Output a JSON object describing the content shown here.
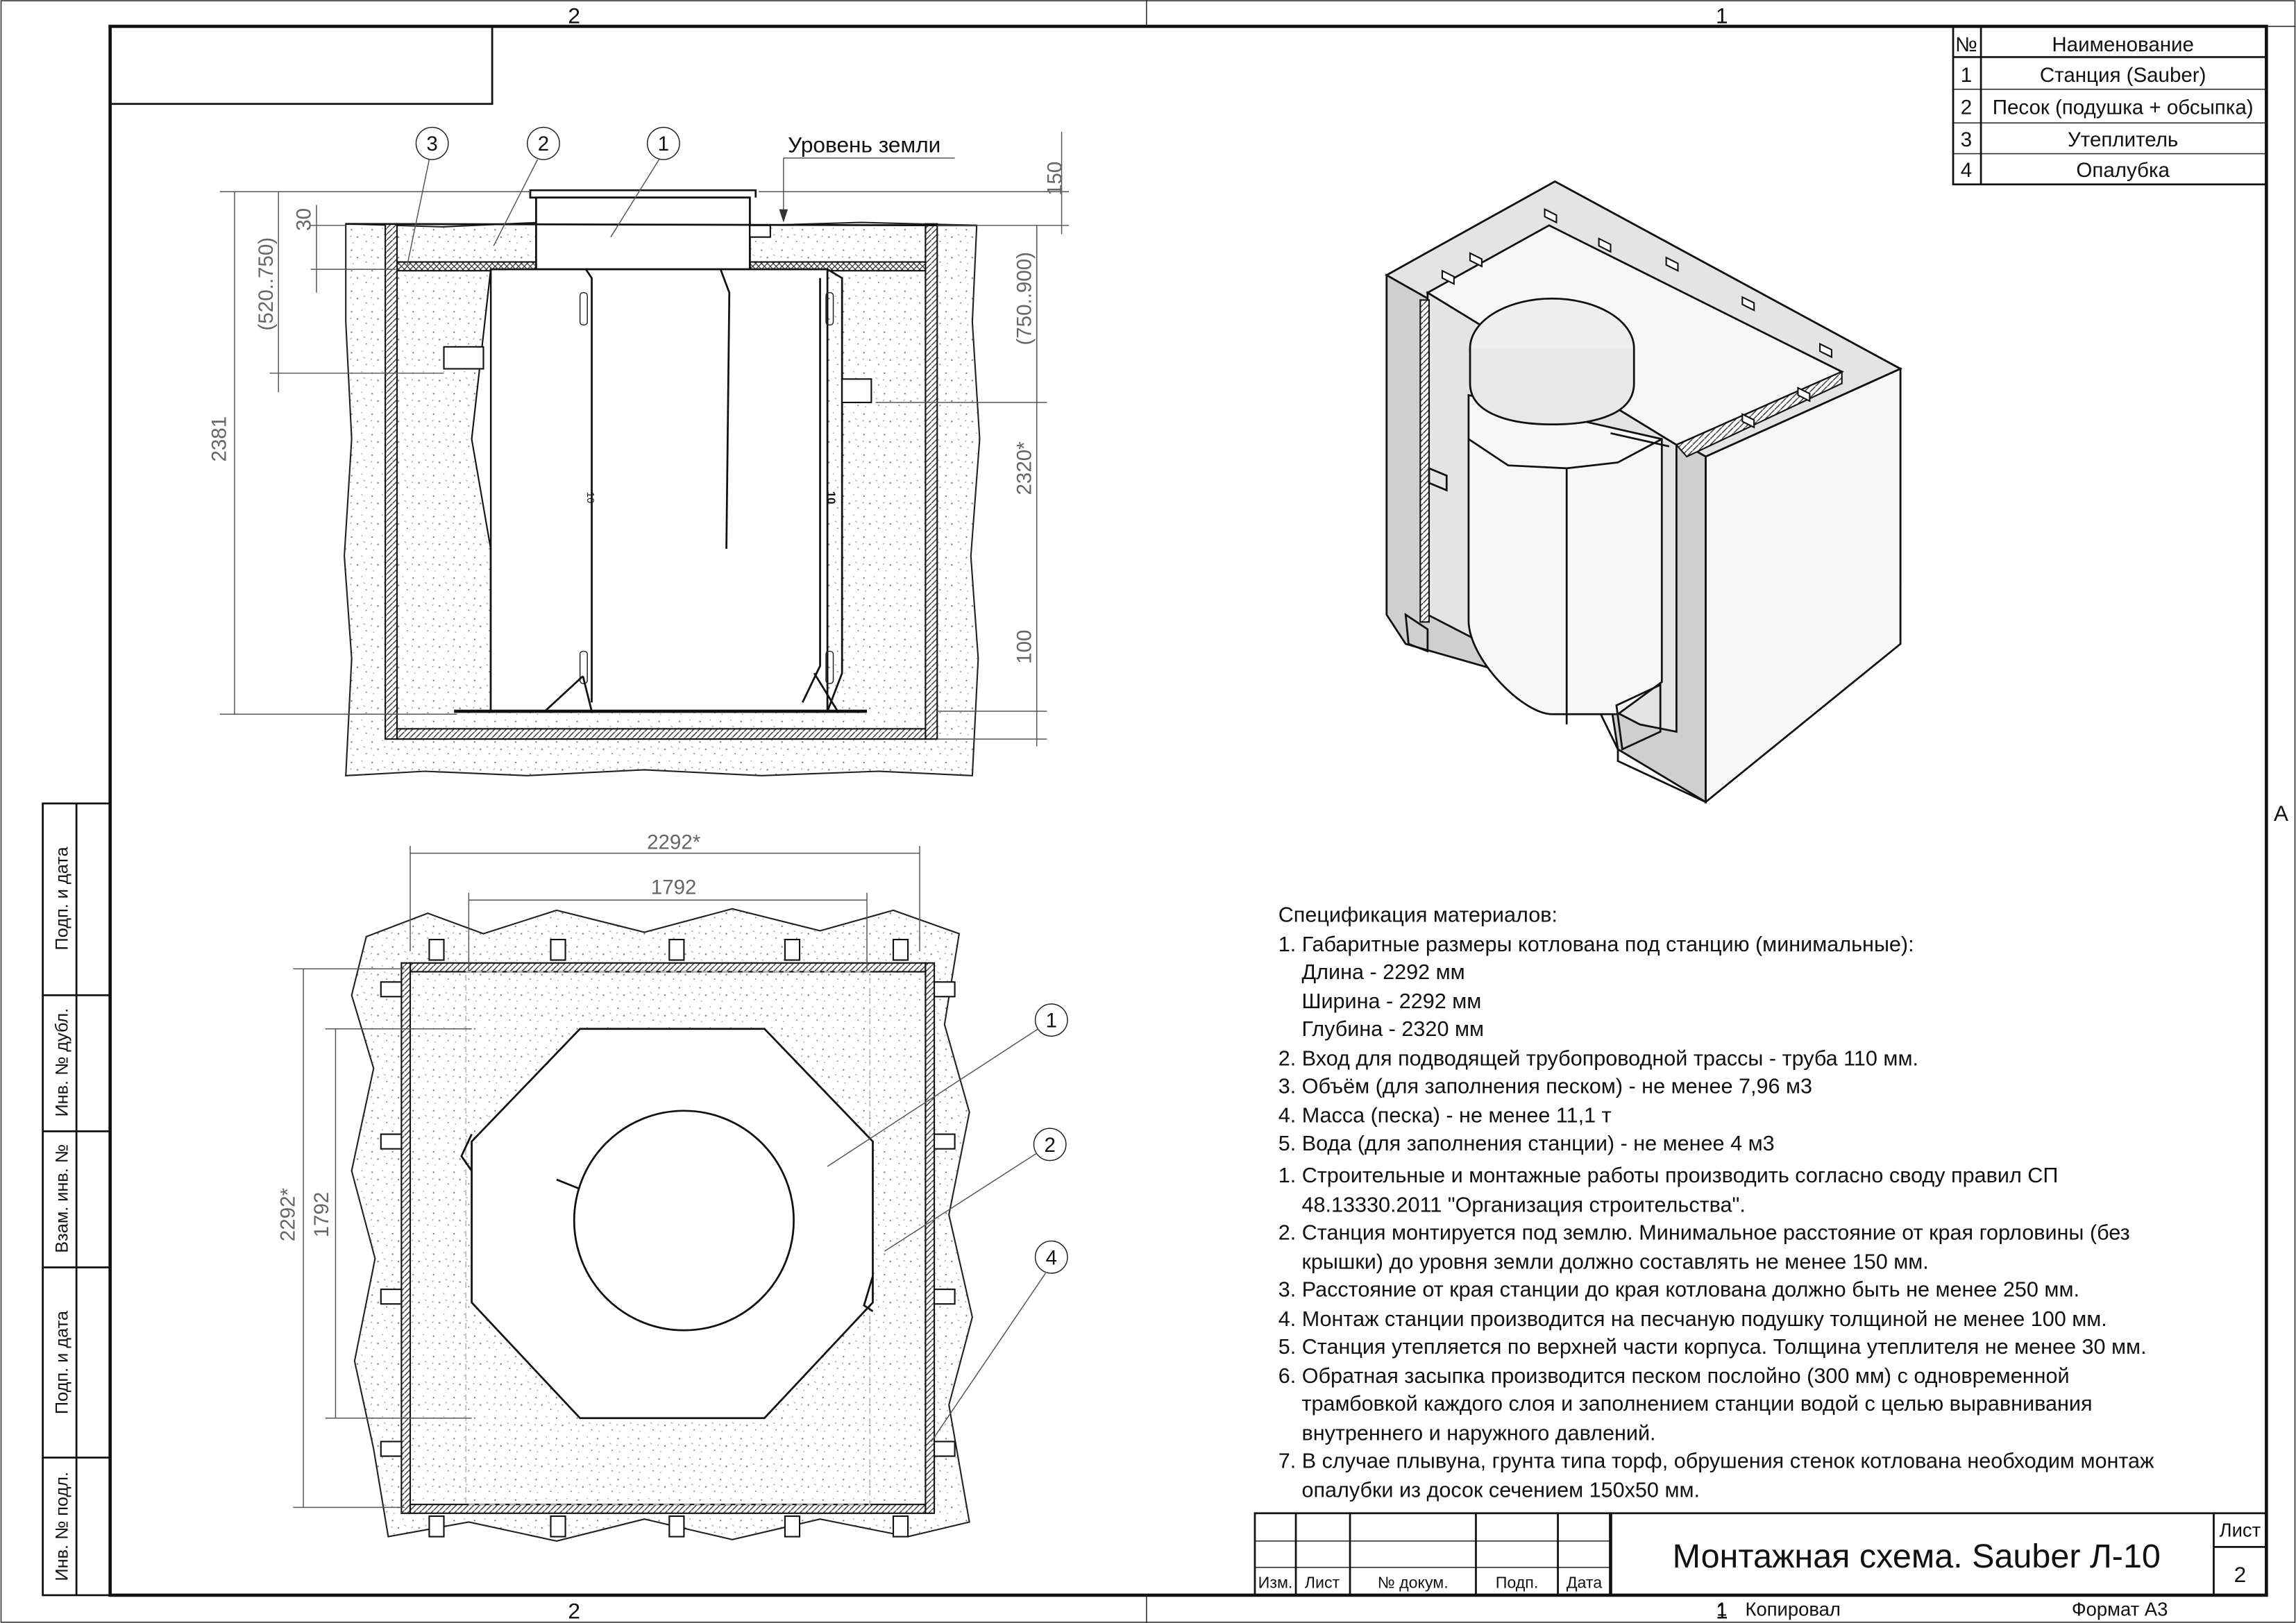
{
  "zones": {
    "top_left": "2",
    "top_right": "1",
    "bottom_left": "2",
    "bottom_right": "1",
    "right_side": "A"
  },
  "parts_table": {
    "headers": [
      "№",
      "Наименование"
    ],
    "rows": [
      {
        "num": "1",
        "name": "Станция (Sauber)"
      },
      {
        "num": "2",
        "name": "Песок (подушка + обсыпка)"
      },
      {
        "num": "3",
        "name": "Утеплитель"
      },
      {
        "num": "4",
        "name": "Опалубка"
      }
    ]
  },
  "section_view": {
    "ground_level": "Уровень земли",
    "callouts": [
      "3",
      "2",
      "1"
    ],
    "station_marks": [
      "10",
      "10"
    ],
    "dimensions": {
      "left_150": "150",
      "left_30": "30",
      "left_range": "(520..750)",
      "left_total": "2381",
      "right_range": "(750..900)",
      "right_total": "2320*",
      "right_100": "100"
    }
  },
  "plan_view": {
    "callouts": [
      "1",
      "2",
      "4"
    ],
    "dimensions": {
      "outer_h": "2292*",
      "inner_h": "1792",
      "outer_v": "2292*",
      "inner_v": "1792"
    }
  },
  "specification": {
    "title": "Спецификация материалов:",
    "materials": [
      "1. Габаритные размеры котлована под станцию (минимальные):",
      "Длина - 2292 мм",
      "Ширина - 2292 мм",
      "Глубина - 2320 мм",
      "2. Вход для подводящей трубопроводной трассы - труба 110 мм.",
      "3. Объём (для заполнения песком) - не менее 7,96 м3",
      "4. Масса (песка) - не менее 11,1 т",
      "5. Вода (для заполнения станции) - не менее 4 м3"
    ],
    "notes": [
      "1. Строительные и монтажные работы производить согласно своду правил СП",
      "48.13330.2011 \"Организация строительства\".",
      "2. Станция монтируется под землю. Минимальное расстояние от края горловины (без",
      "крышки) до уровня земли должно составлять не менее 150 мм.",
      "3. Расстояние от края станции до края котлована должно быть не менее 250 мм.",
      "4. Монтаж станции производится на песчаную подушку толщиной не менее 100 мм.",
      "5. Станция утепляется по верхней части корпуса. Толщина утеплителя не менее 30 мм.",
      "6. Обратная засыпка производится песком послойно (300 мм) с одновременной",
      "трамбовкой каждого слоя и заполнением станции водой с целью выравнивания",
      "внутреннего и наружного давлений.",
      "7. В случае плывуна, грунта типа торф, обрушения стенок котлована необходим монтаж",
      "опалубки из досок сечением 150х50 мм."
    ]
  },
  "side_stamp": [
    "Подп. и дата",
    "Инв. № дубл.",
    "Взам. инв. №",
    "Подп. и дата",
    "Инв. № подл."
  ],
  "title_block": {
    "title": "Монтажная схема. Sauber Л-10",
    "sheet_label": "Лист",
    "sheet_number": "2",
    "columns": [
      "Изм.",
      "Лист",
      "№ докум.",
      "Подп.",
      "Дата"
    ],
    "copied": "Копировал",
    "format": "Формат А3",
    "copied_num": "1"
  }
}
